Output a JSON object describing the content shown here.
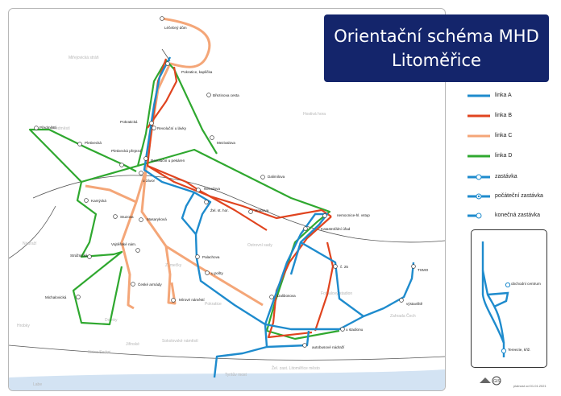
{
  "title": {
    "line1": "Orientační schéma MHD",
    "line2": "Litoměřice"
  },
  "colors": {
    "linka_a": "#1e8bcd",
    "linka_b": "#e0441f",
    "linka_c": "#f4a678",
    "linka_d": "#2fa82f",
    "title_bg": "#14256b",
    "water": "#d3e3f3",
    "rail": "#555555"
  },
  "legend": [
    {
      "kind": "line",
      "color": "#1e8bcd",
      "label": "linka A"
    },
    {
      "kind": "line",
      "color": "#e0441f",
      "label": "linka B"
    },
    {
      "kind": "line",
      "color": "#f4a678",
      "label": "linka C"
    },
    {
      "kind": "line",
      "color": "#2fa82f",
      "label": "linka D"
    },
    {
      "kind": "stop",
      "label": "zastávka"
    },
    {
      "kind": "start",
      "label": "počáteční zastávka"
    },
    {
      "kind": "end",
      "label": "konečná zastávka"
    }
  ],
  "districts": [
    "Miřejovická stráň",
    "Hostivá hora",
    "Předměstí",
    "Zámečky",
    "Ostrovní sady",
    "Pokratice",
    "Domky",
    "Fotbalový stadion",
    "Zahrada Čech",
    "Hrobky",
    "Jiřinské",
    "Nádraží",
    "Kirina Sedmi",
    "Sokolovské náměstí",
    "Tyršův most",
    "Labe",
    "Žel. zast. Litoměřice město"
  ],
  "stops": [
    "Léčebný dům",
    "Pokratice, kaplička",
    "Březinova cesta",
    "Pokratická",
    "Revoluční u lávky",
    "Mezivalova",
    "Předměstí",
    "Pletivecká",
    "Pletivecká přejezd",
    "Revoluční u pekáren",
    "Dalimilova",
    "u závor",
    "Nerudova",
    "Žel. st. hor.",
    "Hrubova",
    "nemocnice-hl. vstup",
    "Kamýcká",
    "Stuzova",
    "Masaryková",
    "Katastrofální úřad",
    "Vojtěšské nám.",
    "Palachova",
    "Strážnická",
    "u pošty",
    "Michalovická",
    "České armády",
    "Mírové náměstí",
    "Dalibosova",
    "č. 25",
    "TSMO",
    "výstaviště",
    "u stadionu",
    "autobusové nádraží"
  ],
  "inset": {
    "stop_top": "obchodní centrum",
    "stop_bottom": "Tereezie, křiž."
  },
  "validity": "platnost od 01.01.2021",
  "logo_text": "GIS"
}
